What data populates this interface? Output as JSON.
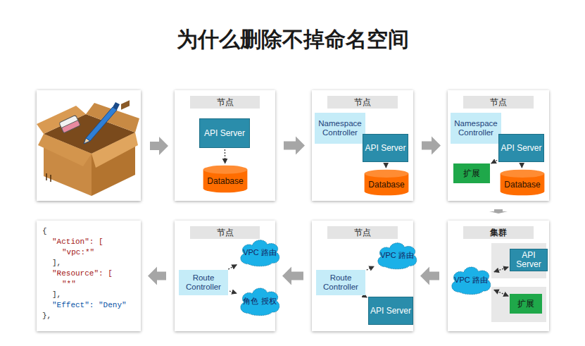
{
  "diagram": {
    "title": "为什么删除不掉命名空间",
    "nodes": [
      {
        "text": [
          "节点"
        ]
      },
      {
        "text": [
          "API Server"
        ],
        "in": 0
      },
      {
        "text": [
          "Database"
        ],
        "in": 0
      },
      {
        "text": [
          "节点"
        ]
      },
      {
        "text": [
          "Namespace Controller"
        ],
        "in": 3
      },
      {
        "text": [
          "API Server"
        ],
        "in": 3
      },
      {
        "text": [
          "Database"
        ],
        "in": 3
      },
      {
        "text": [
          "节点"
        ]
      },
      {
        "text": [
          "Namespace Controller"
        ],
        "in": 7
      },
      {
        "text": [
          "API Server"
        ],
        "in": 7
      },
      {
        "text": [
          "扩展"
        ],
        "in": 7
      },
      {
        "text": [
          "Database"
        ],
        "in": 7
      },
      {
        "text": [
          "集群"
        ]
      },
      {
        "text": [
          "VPC 路由"
        ],
        "in": 12
      },
      {
        "text": [
          "API Server"
        ],
        "in": 12
      },
      {
        "text": [
          "扩展"
        ],
        "in": 12
      },
      {
        "text": [
          "节点"
        ]
      },
      {
        "text": [
          "Route Controller"
        ],
        "in": 16
      },
      {
        "text": [
          "VPC 路由"
        ],
        "in": 16
      },
      {
        "text": [
          "API Server"
        ],
        "in": 16
      },
      {
        "text": [
          "节点"
        ]
      },
      {
        "text": [
          "Route Controller"
        ],
        "in": 20
      },
      {
        "text": [
          "VPC 路由"
        ],
        "in": 20
      },
      {
        "text": [
          "角色 授权"
        ],
        "in": 20
      },
      {
        "text": [
          "{",
          "\"Action\": [",
          "\"vpc:*\"",
          "],",
          "\"Resource\": [",
          "\"*\"",
          "],",
          "\"Effect\": \"Deny\"",
          "},"
        ]
      }
    ],
    "edges": [
      {
        "from": 0,
        "to": 3,
        "arrow": "to"
      },
      {
        "from": 3,
        "to": 7,
        "arrow": "to"
      },
      {
        "from": 7,
        "to": 12,
        "arrow": "to"
      },
      {
        "from": 12,
        "to": 16,
        "arrow": "to"
      },
      {
        "from": 16,
        "to": 20,
        "arrow": "to"
      },
      {
        "from": 20,
        "to": 24,
        "arrow": "to"
      },
      {
        "from": 1,
        "to": 2,
        "arrow": "to"
      },
      {
        "from": 4,
        "to": 5,
        "arrow": "to"
      },
      {
        "from": 5,
        "to": 6,
        "arrow": "to"
      },
      {
        "from": 8,
        "to": 9,
        "arrow": "to"
      },
      {
        "from": 9,
        "to": 11,
        "arrow": "to"
      },
      {
        "from": 9,
        "to": 10,
        "arrow": "to"
      },
      {
        "from": 13,
        "to": 14,
        "arrow": "both"
      },
      {
        "from": 13,
        "to": 15,
        "arrow": "both"
      },
      {
        "from": 17,
        "to": 18,
        "arrow": "to"
      },
      {
        "from": 17,
        "to": 19,
        "arrow": "to"
      },
      {
        "from": 21,
        "to": 22,
        "arrow": "to"
      },
      {
        "from": 21,
        "to": 23,
        "arrow": "to"
      }
    ]
  }
}
